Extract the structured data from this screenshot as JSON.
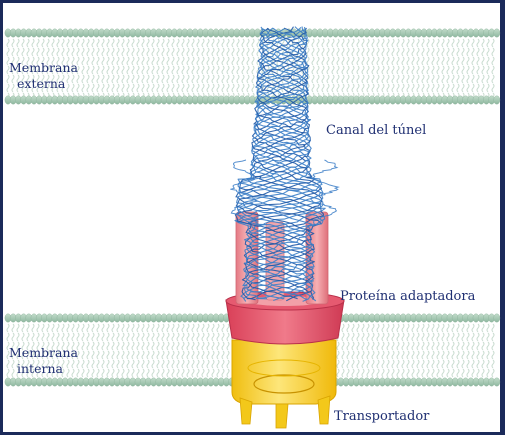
{
  "labels": {
    "outer_membrane": {
      "line1": "Membrana",
      "line2": "externa"
    },
    "inner_membrane": {
      "line1": "Membrana",
      "line2": "interna"
    },
    "tunnel_channel": "Canal del túnel",
    "adaptor_protein": "Proteína adaptadora",
    "transporter": "Transportador"
  },
  "colors": {
    "frame": "#1b2a5a",
    "label_text": "#1f2f72",
    "lipid_head": "#9fc4ae",
    "lipid_tail": "#c9dcd0",
    "channel_coil": "#3d7fc8",
    "channel_coil_dark": "#1f5aa8",
    "adaptor_pillar": "#e8848c",
    "adaptor_ring": "#d94a62",
    "transporter": "#f3c81a",
    "transporter_light": "#fbe36a"
  }
}
